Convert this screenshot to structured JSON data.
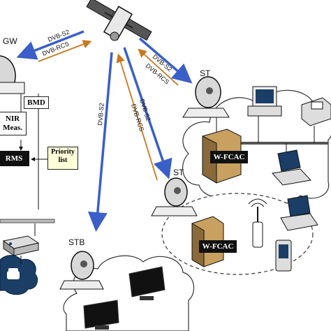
{
  "nodes": {
    "gw": "GW",
    "st_top": "ST",
    "st_mid": "ST",
    "stb": "STB"
  },
  "boxes": {
    "bmd": "BMD",
    "nir_line1": "NIR",
    "nir_line2": "Meas.",
    "rms": "RMS",
    "priority_line1": "Priority",
    "priority_line2": "list",
    "wfcac_top": "W-FCAC",
    "wfcac_mid": "W-FCAC"
  },
  "links": {
    "gw_forward": "DVB-S2",
    "gw_return": "DVB-RCS",
    "st_forward": "DVB-S2",
    "st_return": "DVB-RCS",
    "stmid_forward": "DVB-S2",
    "stmid_return": "DVB-RCS",
    "stb_forward": "DVB-S2"
  },
  "colors": {
    "forward_link": "#3a5fc8",
    "return_link": "#c8781e",
    "box_dark": "#111111",
    "priority_fill": "#ffffd8"
  }
}
